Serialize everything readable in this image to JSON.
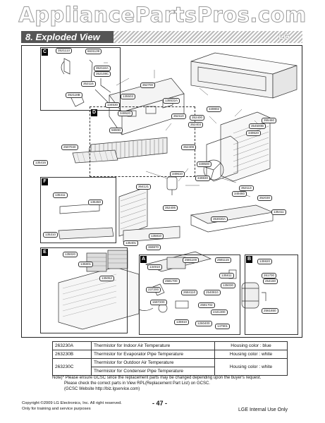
{
  "watermark": "AppliancePartsPros.com",
  "section_title": "8. Exploded View",
  "section_logo": "LG",
  "group_tags": {
    "c": "C",
    "d": "D",
    "f": "F",
    "e": "E",
    "a": "A",
    "b": "B"
  },
  "part_labels": {
    "c1": "3521113",
    "c2": "6631139",
    "c3": "352116A",
    "c4": "352108C",
    "c5": "352116",
    "c6": "352118B",
    "d1": "352700",
    "d2": "135503",
    "d3": "134530",
    "d4": "349520",
    "d5": "135532A",
    "d6": "352110",
    "d7": "5890D",
    "m1": "2507040",
    "m2": "349802",
    "m3": "352400",
    "m4": "352403",
    "m5": "355460",
    "m6": "354500B",
    "m7": "349620",
    "m8": "352409",
    "m9": "135416",
    "m10": "349500",
    "m11": "349610",
    "m12": "349830",
    "m13": "364121",
    "m14": "352113",
    "m15": "349460",
    "m16": "352030",
    "m17": "352406",
    "m18": "353030A",
    "m19": "135411",
    "f1": "135411",
    "f2": "135450",
    "f3": "135810",
    "f4": "135401",
    "f5": "369870",
    "f6": "135310",
    "e1": "135020",
    "e2": "135801",
    "e3": "135052",
    "a1": "2581100",
    "a2": "2581115",
    "a3": "134910",
    "a4": "2581700",
    "a5": "135811",
    "a6": "135030",
    "a7": "237200",
    "a8": "2684110",
    "a9": "2540810",
    "a10": "1597200",
    "a11": "2581702",
    "a12": "2441300",
    "a13": "135910",
    "a14": "1260400",
    "a15": "147901",
    "b1": "135920",
    "b2": "261700",
    "b3": "254160",
    "b4": "2561650"
  },
  "parts_table": {
    "rows": [
      {
        "part": "263230A",
        "desc": "Thermistor for Indoor Air Temperature",
        "housing": "Housing color : blue"
      },
      {
        "part": "263230B",
        "desc": "Thermistor for Evaporator Pipe Temperature",
        "housing": "Housing color : white"
      },
      {
        "part": "263230C",
        "desc": "Thermistor for Outdoor Air Temperature",
        "housing": "Housing color : white"
      },
      {
        "part": "",
        "desc": "Thermistor for Condenser Pipe Temperature",
        "housing": ""
      }
    ]
  },
  "note": {
    "line1": "Note)* Please ensure GCSC since the replacement parts may be changed depending upon the buyer's request.",
    "line2": "Please check the correct parts in View RPL(Replacement Part List) on GCSC.",
    "line3": "(GCSC Website  http://biz.lgservice.com)"
  },
  "footer": {
    "copyright": "Copyright ©2009 LG Electronics, Inc. All right reserved.",
    "training": "Only for training and service purposes",
    "page": "- 47 -",
    "internal": "LGE Internal Use Only"
  }
}
